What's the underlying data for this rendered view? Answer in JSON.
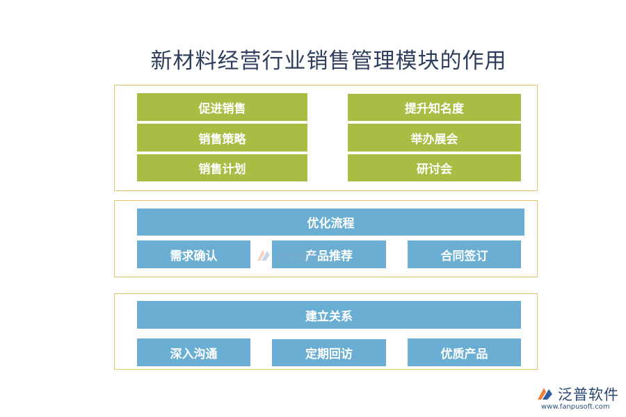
{
  "title": "新材料经营行业销售管理模块的作用",
  "colors": {
    "green_box": "#a9bd45",
    "blue_box": "#6aafd3",
    "panel_border": "#e3c46a",
    "title_text": "#2f3e5c"
  },
  "section1": {
    "left_items": [
      "促进销售",
      "销售策略",
      "销售计划"
    ],
    "right_items": [
      "提升知名度",
      "举办展会",
      "研讨会"
    ]
  },
  "section2": {
    "header": "优化流程",
    "items": [
      "需求确认",
      "产品推荐",
      "合同签订"
    ]
  },
  "section3": {
    "header": "建立关系",
    "items": [
      "深入沟通",
      "定期回访",
      "优质产品"
    ]
  },
  "watermark": {
    "text": "泛普软件",
    "sub": "FANPU SOFTWARE"
  },
  "logo": {
    "text": "泛普软件",
    "url": "www.fanpusoft.com"
  }
}
